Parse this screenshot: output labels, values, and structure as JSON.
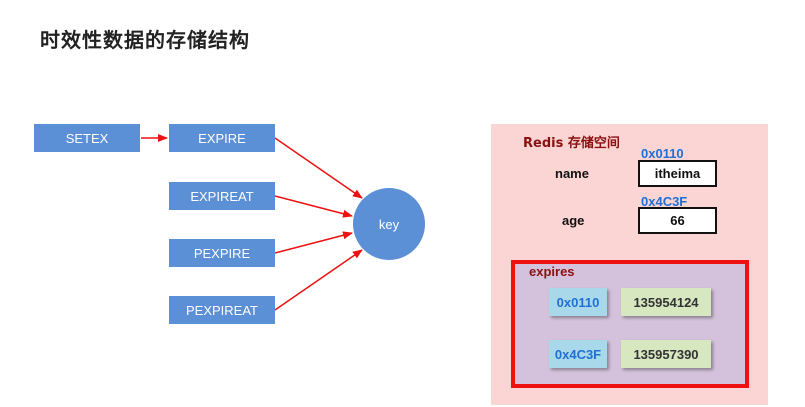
{
  "title": "时效性数据的存储结构",
  "commands": {
    "setex": "SETEX",
    "expire": "EXPIRE",
    "expireat": "EXPIREAT",
    "pexpire": "PEXPIRE",
    "pexpireat": "PEXPIREAT"
  },
  "key_label": "key",
  "redis": {
    "title": "Redis 存储空间",
    "entries": [
      {
        "address": "0x0110",
        "name": "name",
        "value": "itheima"
      },
      {
        "address": "0x4C3F",
        "name": "age",
        "value": "66"
      }
    ],
    "expires": {
      "label": "expires",
      "rows": [
        {
          "address": "0x0110",
          "time": "135954124"
        },
        {
          "address": "0x4C3F",
          "time": "135957390"
        }
      ]
    }
  },
  "colors": {
    "command_box": "#5b8fd6",
    "arrow": "#ee1111",
    "panel": "#fbd4d4",
    "expires_bg": "#d4c2dc",
    "address_text": "#1f6fd6"
  }
}
